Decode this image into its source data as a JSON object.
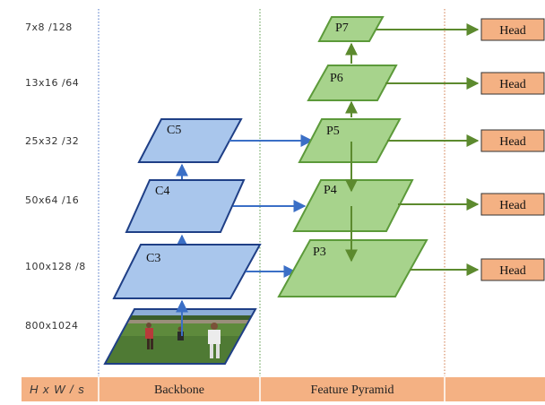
{
  "colors": {
    "backbone_fill": "#a9c6ec",
    "backbone_stroke": "#1f3f86",
    "pyramid_fill": "#a7d38c",
    "pyramid_stroke": "#5c9a3a",
    "head_fill": "#f4b183",
    "footer_fill": "#f4b183",
    "blue_arrow": "#3b6fc6",
    "green_arrow": "#5c8a2e"
  },
  "scales": [
    "7x8  /128",
    "13x16  /64",
    "25x32  /32",
    "50x64  /16",
    "100x128  /8",
    "800x1024"
  ],
  "backbone": [
    "C3",
    "C4",
    "C5"
  ],
  "pyramid": [
    "P3",
    "P4",
    "P5",
    "P6",
    "P7"
  ],
  "heads": [
    "Head",
    "Head",
    "Head",
    "Head",
    "Head"
  ],
  "footer": {
    "axis_label": "H x W  / s",
    "backbone": "Backbone",
    "pyramid": "Feature Pyramid"
  },
  "input_image": "photo of soccer players on a grass field"
}
